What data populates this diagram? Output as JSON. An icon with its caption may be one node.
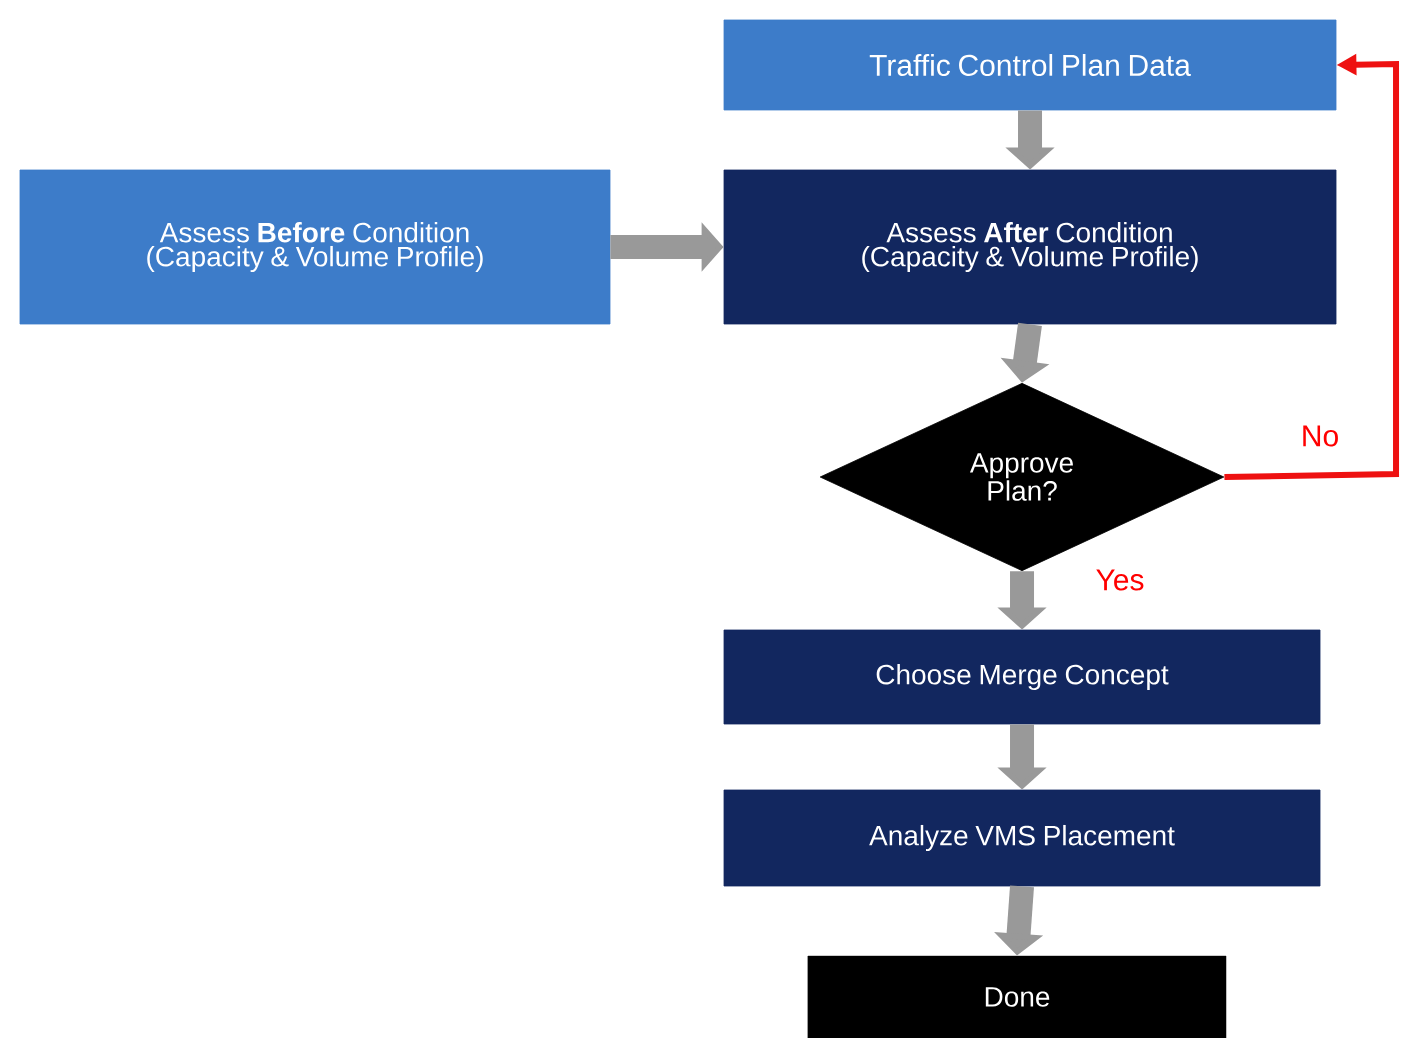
{
  "diagram": {
    "nodes": [
      {
        "text": [
          "Traffic Control Plan Data"
        ]
      },
      {
        "text": [
          "Assess **Before** Condition",
          "(Capacity & Volume Profile)"
        ]
      },
      {
        "text": [
          "Assess **After** Condition",
          "(Capacity & Volume Profile)"
        ]
      },
      {
        "text": [
          "Approve Plan?"
        ]
      },
      {
        "text": [
          "Choose Merge Concept"
        ]
      },
      {
        "text": [
          "Analyze VMS Placement"
        ]
      },
      {
        "text": [
          "Done"
        ]
      }
    ],
    "edges": [
      {
        "from": 0,
        "to": 2,
        "arrow": "to"
      },
      {
        "from": 1,
        "to": 2,
        "arrow": "to"
      },
      {
        "from": 2,
        "to": 3,
        "arrow": "to"
      },
      {
        "from": 3,
        "to": 4,
        "arrow": "to",
        "label": "Yes"
      },
      {
        "from": 4,
        "to": 5,
        "arrow": "to"
      },
      {
        "from": 5,
        "to": 6,
        "arrow": "to"
      },
      {
        "from": 3,
        "to": 0,
        "arrow": "to",
        "label": "No",
        "color": "#ee1111"
      }
    ]
  }
}
